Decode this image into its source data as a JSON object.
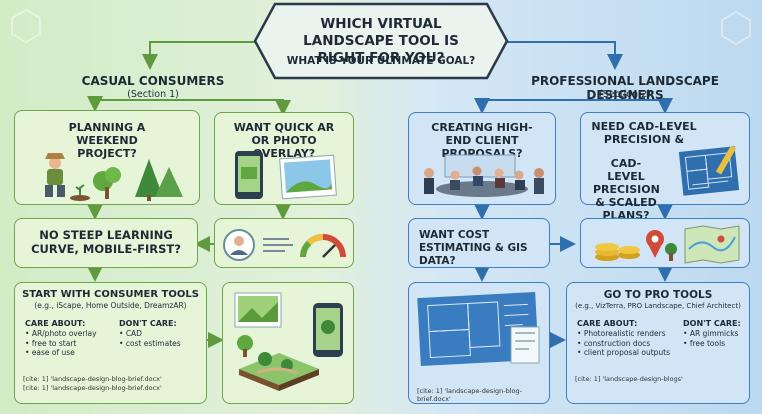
{
  "header": {
    "title": "WHICH VIRTUAL LANDSCAPE TOOL IS RIGHT FOR YOU?",
    "subtitle": "WHAT IS YOUR ULTIMATE GOAL?"
  },
  "left": {
    "title": "CASUAL CONSUMERS",
    "section": "(Section 1)",
    "q1": "PLANNING A WEEKEND PROJECT?",
    "q2": "WANT QUICK AR OR PHOTO OVERLAY?",
    "q3": "NO STEEP LEARNING CURVE, MOBILE-FIRST?",
    "result": {
      "title": "START WITH CONSUMER TOOLS",
      "examples": "(e.g., iScape, Home Outside, DreamzAR)",
      "care_label": "CARE ABOUT:",
      "care": [
        "AR/photo overlay",
        "free to start",
        "ease of use"
      ],
      "dont_label": "DON'T CARE:",
      "dont": [
        "CAD",
        "cost estimates"
      ],
      "cites": [
        "[cite: 1] 'landscape-design-blog-brief.docx'",
        "[cite: 1] 'landscape-design-blog-brief.docx'"
      ]
    }
  },
  "right": {
    "title": "PROFESSIONAL LANDSCAPE DESIGNERS",
    "section": "(Section 2)",
    "q1": "CREATING HIGH-END CLIENT PROPOSALS?",
    "q2a": "NEED CAD-LEVEL PRECISION &",
    "q2b": "CAD-LEVEL PRECISION & SCALED PLANS?",
    "q3": "WANT COST ESTIMATING & GIS DATA?",
    "cite_left": "[cite: 1] 'landscape-design-blog-brief.docx'",
    "result": {
      "title": "GO TO PRO TOOLS",
      "examples": "(e.g., VizTerra, PRO Landscape, Chief Architect)",
      "care_label": "CARE ABOUT:",
      "care": [
        "Photorealistic renders",
        "construction docs",
        "client proposal outputs"
      ],
      "dont_label": "DON'T CARE:",
      "dont": [
        "AR gimmicks",
        "free tools"
      ],
      "cite": "[cite: 1] 'landscape-design-blogs'"
    }
  },
  "colors": {
    "green": "#6fa54a",
    "blue": "#3f7fc0",
    "dark": "#1d2a36"
  }
}
